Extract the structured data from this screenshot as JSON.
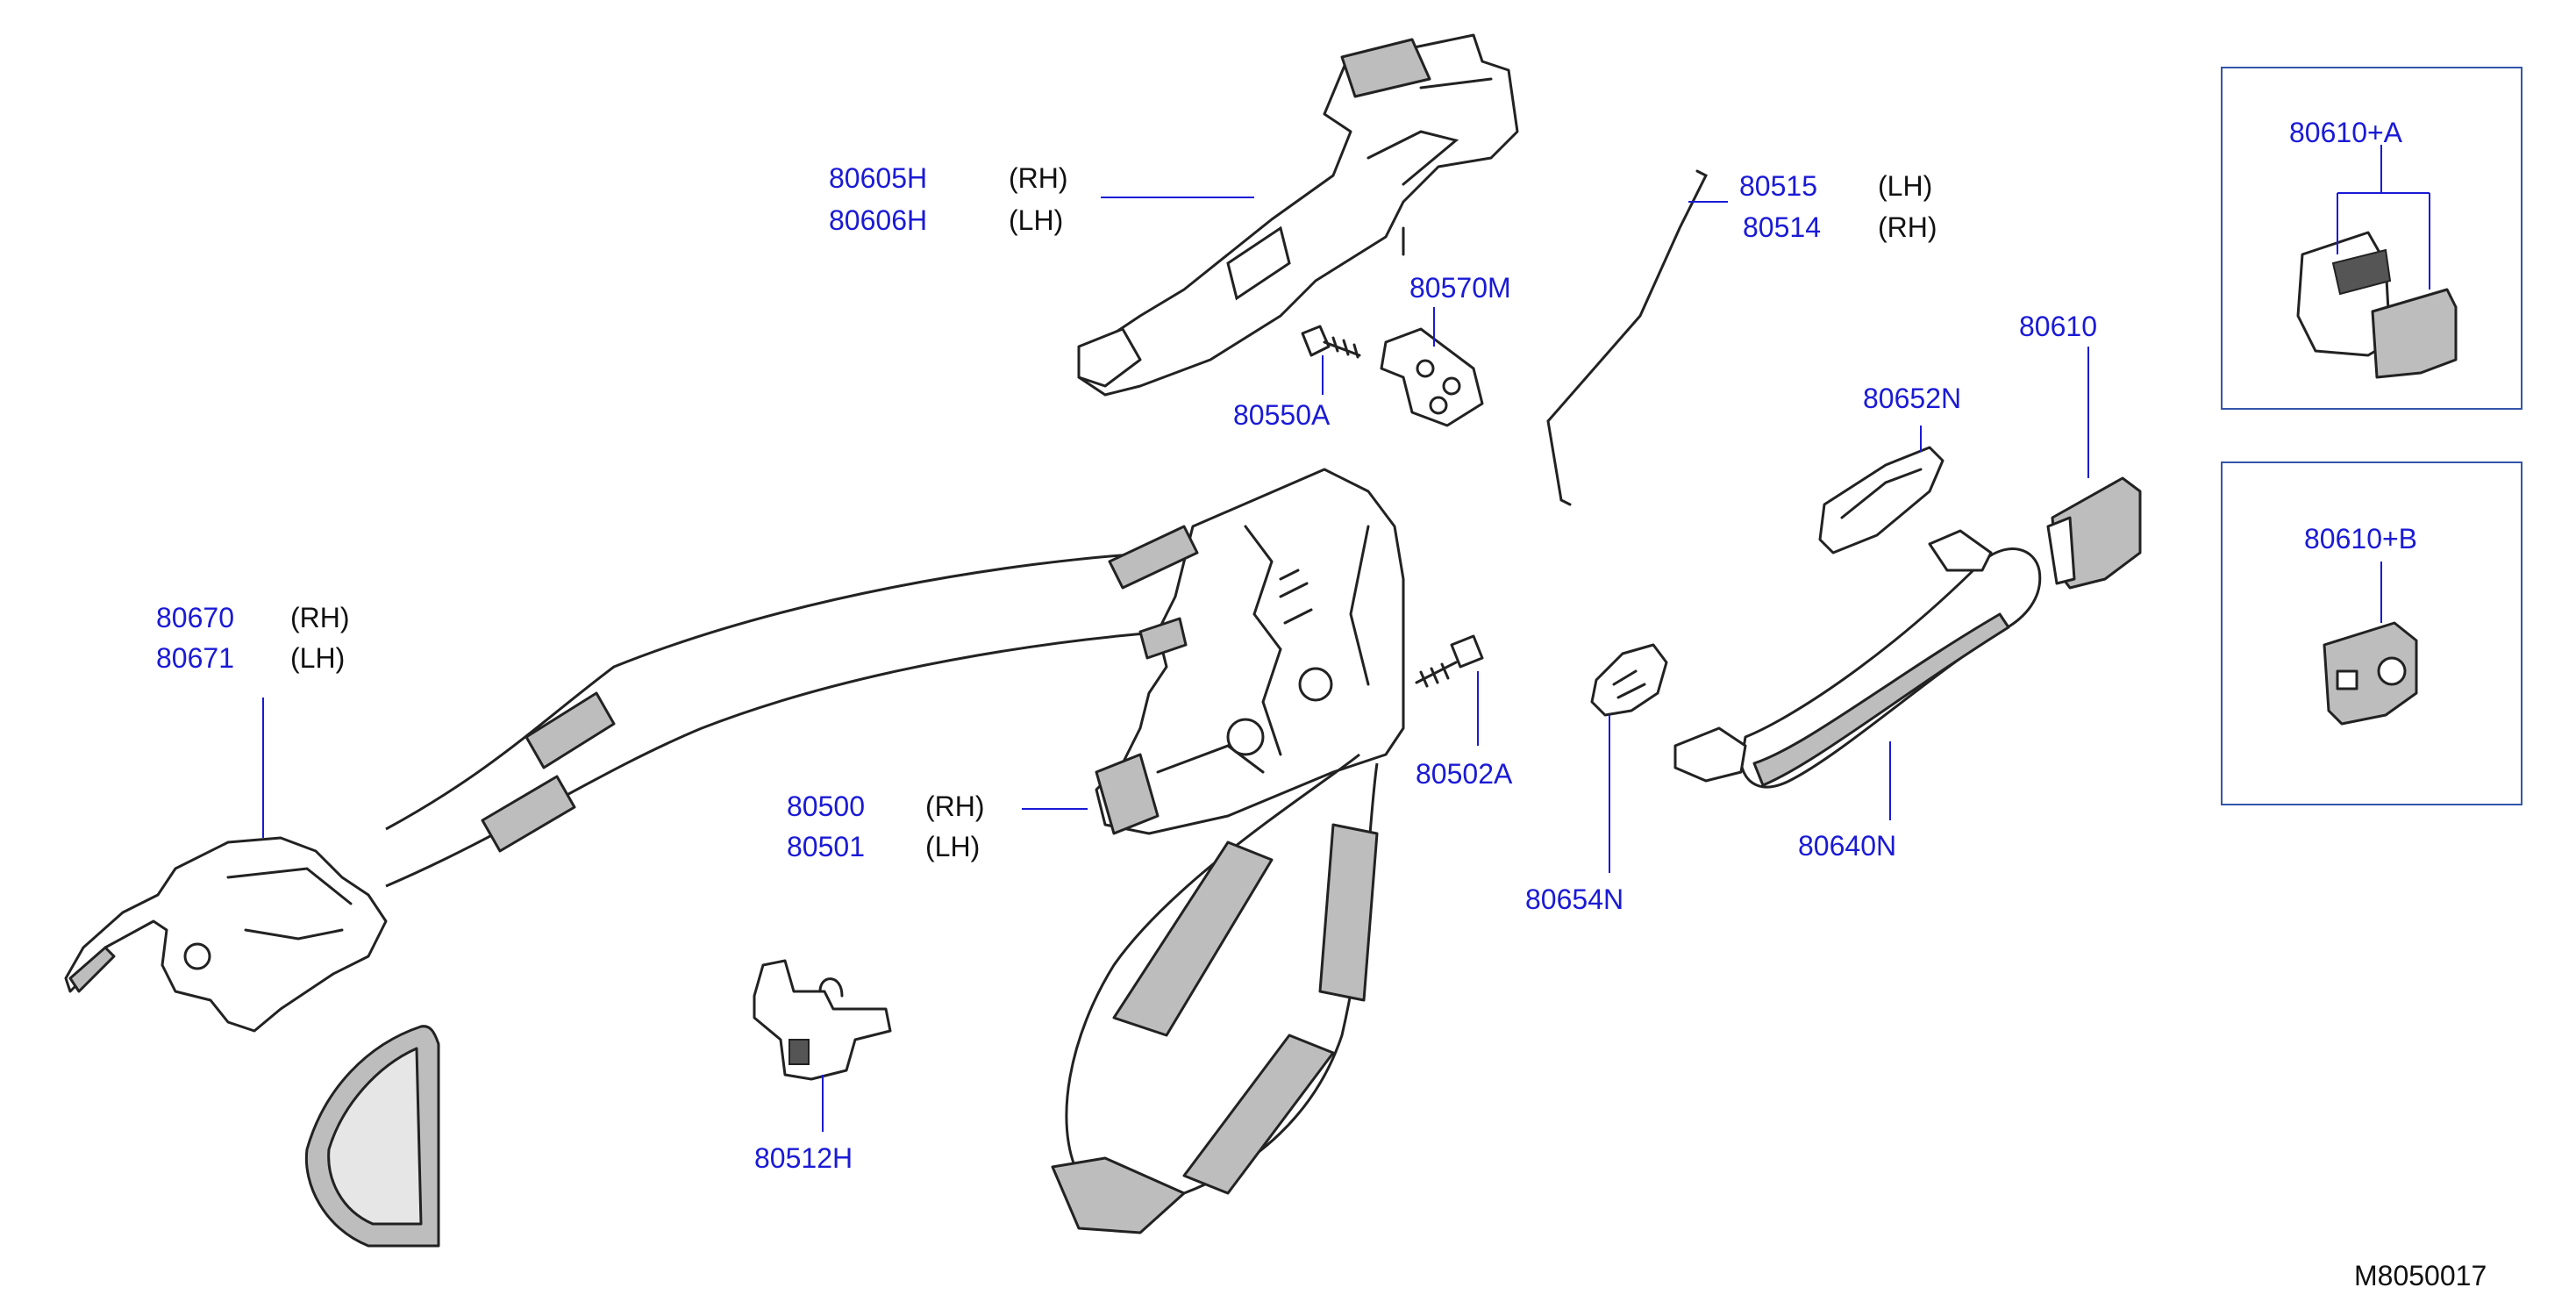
{
  "labels": {
    "p80605H": "80605H",
    "s80605H": "(RH)",
    "p80606H": "80606H",
    "s80606H": "(LH)",
    "p80515": "80515",
    "s80515": "(LH)",
    "p80514": "80514",
    "s80514": "(RH)",
    "p80570M": "80570M",
    "p80550A": "80550A",
    "p80610": "80610",
    "p80652N": "80652N",
    "p80610A": "80610+A",
    "p80610B": "80610+B",
    "p80670": "80670",
    "s80670": "(RH)",
    "p80671": "80671",
    "s80671": "(LH)",
    "p80502A": "80502A",
    "p80500": "80500",
    "s80500": "(RH)",
    "p80501": "80501",
    "s80501": "(LH)",
    "p80654N": "80654N",
    "p80640N": "80640N",
    "p80512H": "80512H"
  },
  "diagram_code": "M8050017",
  "colors": {
    "part_number": "#1a1ad6",
    "suffix": "#111111",
    "leader": "#1a1ad6",
    "inset_border": "#3355aa"
  }
}
